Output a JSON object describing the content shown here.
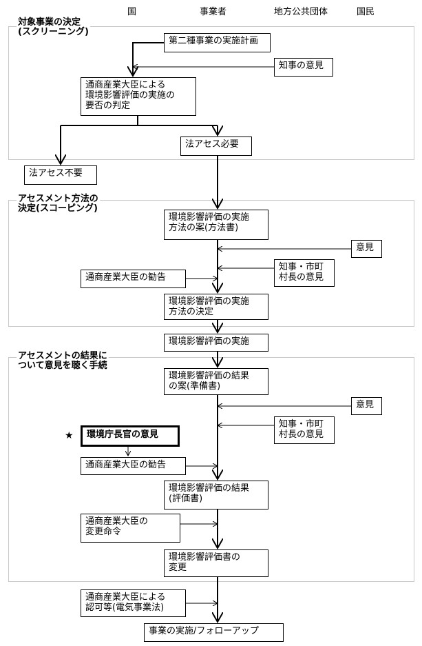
{
  "columns": {
    "national": "国",
    "business": "事業者",
    "local": "地方公共団体",
    "citizen": "国民"
  },
  "sections": {
    "screening": "対象事業の決定\n(スクリーニング)",
    "scoping": "アセスメント方法の\n決定(スコーピング)",
    "results": "アセスメントの結果に\nついて意見を聴く手続"
  },
  "boxes": {
    "plan": "第二種事業の実施計画",
    "governor_opinion": "知事の意見",
    "minister_judgment": "通商産業大臣による\n環境影響評価の実施の\n要否の判定",
    "law_required": "法アセス必要",
    "law_not_required": "法アセス不要",
    "method_draft": "環境影響評価の実施\n方法の案(方法書)",
    "citizen_opinion1": "意見",
    "local_opinion1": "知事・市町\n村長の意見",
    "minister_advice1": "通商産業大臣の勧告",
    "method_decision": "環境影響評価の実施\n方法の決定",
    "implementation": "環境影響評価の実施",
    "result_draft": "環境影響評価の結果\nの案(準備書)",
    "citizen_opinion2": "意見",
    "local_opinion2": "知事・市町\n村長の意見",
    "env_agency": "環境庁長官の意見",
    "minister_advice2": "通商産業大臣の勧告",
    "result_final": "環境影響評価の結果\n(評価書)",
    "change_order": "通商産業大臣の\n変更命令",
    "change": "環境影響評価書の\n変更",
    "permit": "通商産業大臣による\n認可等(電気事業法)",
    "followup": "事業の実施/フォローアップ"
  },
  "star": "★"
}
